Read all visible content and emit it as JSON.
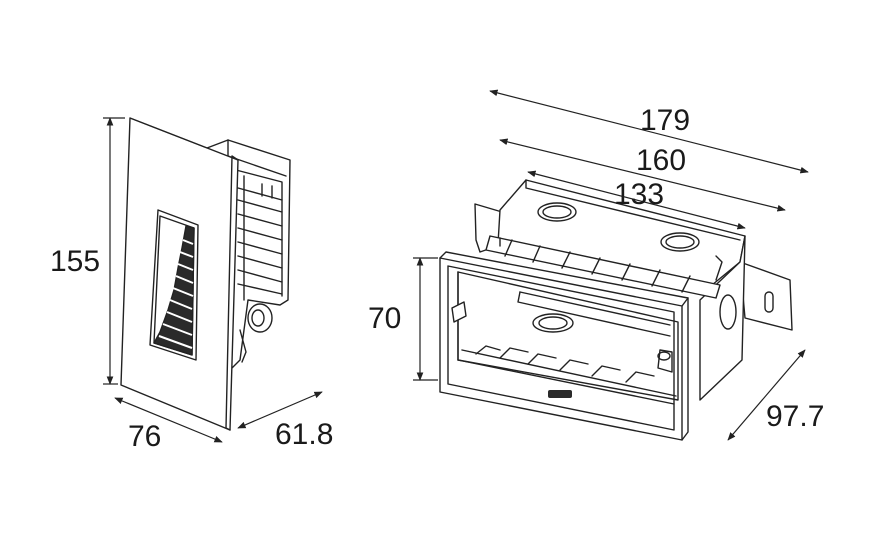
{
  "dimensions": {
    "front_height": "155",
    "front_width": "76",
    "front_depth": "61.8",
    "box_width_outer": "179",
    "box_width_mid": "160",
    "box_width_inner": "133",
    "box_height": "70",
    "box_depth": "97.7"
  },
  "colors": {
    "line": "#222222",
    "background": "#ffffff"
  }
}
